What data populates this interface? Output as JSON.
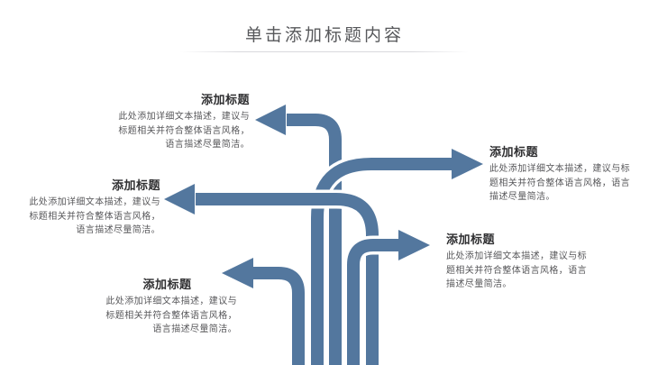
{
  "title": {
    "text": "单击添加标题内容"
  },
  "colors": {
    "arrow_blue": "#53779e",
    "title_gray": "#57585b",
    "heading_dark": "#2f2f31",
    "body_gray": "#57575a",
    "divider_gray": "#d9d9dd",
    "background": "#ffffff"
  },
  "blocks": [
    {
      "position": "top-left",
      "heading": "添加标题",
      "body": "此处添加详细文本描述，建议与标题相关并符合整体语言风格，语言描述尽量简洁。"
    },
    {
      "position": "mid-left",
      "heading": "添加标题",
      "body": "此处添加详细文本描述，建议与标题相关并符合整体语言风格，语言描述尽量简洁。"
    },
    {
      "position": "bottom-left",
      "heading": "添加标题",
      "body": "此处添加详细文本描述，建议与标题相关并符合整体语言风格，语言描述尽量简洁。"
    },
    {
      "position": "top-right",
      "heading": "添加标题",
      "body": "此处添加详细文本描述，建议与标题相关并符合整体语言风格，语言描述尽量简洁。"
    },
    {
      "position": "mid-right",
      "heading": "添加标题",
      "body": "此处添加详细文本描述，建议与标题相关并符合整体语言风格，语言描述尽量简洁。"
    }
  ],
  "arrows": [
    {
      "name": "arrow-top-left",
      "direction": "left"
    },
    {
      "name": "arrow-mid-left",
      "direction": "left"
    },
    {
      "name": "arrow-bottom-left",
      "direction": "left"
    },
    {
      "name": "arrow-top-right",
      "direction": "right"
    },
    {
      "name": "arrow-mid-right",
      "direction": "right"
    }
  ]
}
